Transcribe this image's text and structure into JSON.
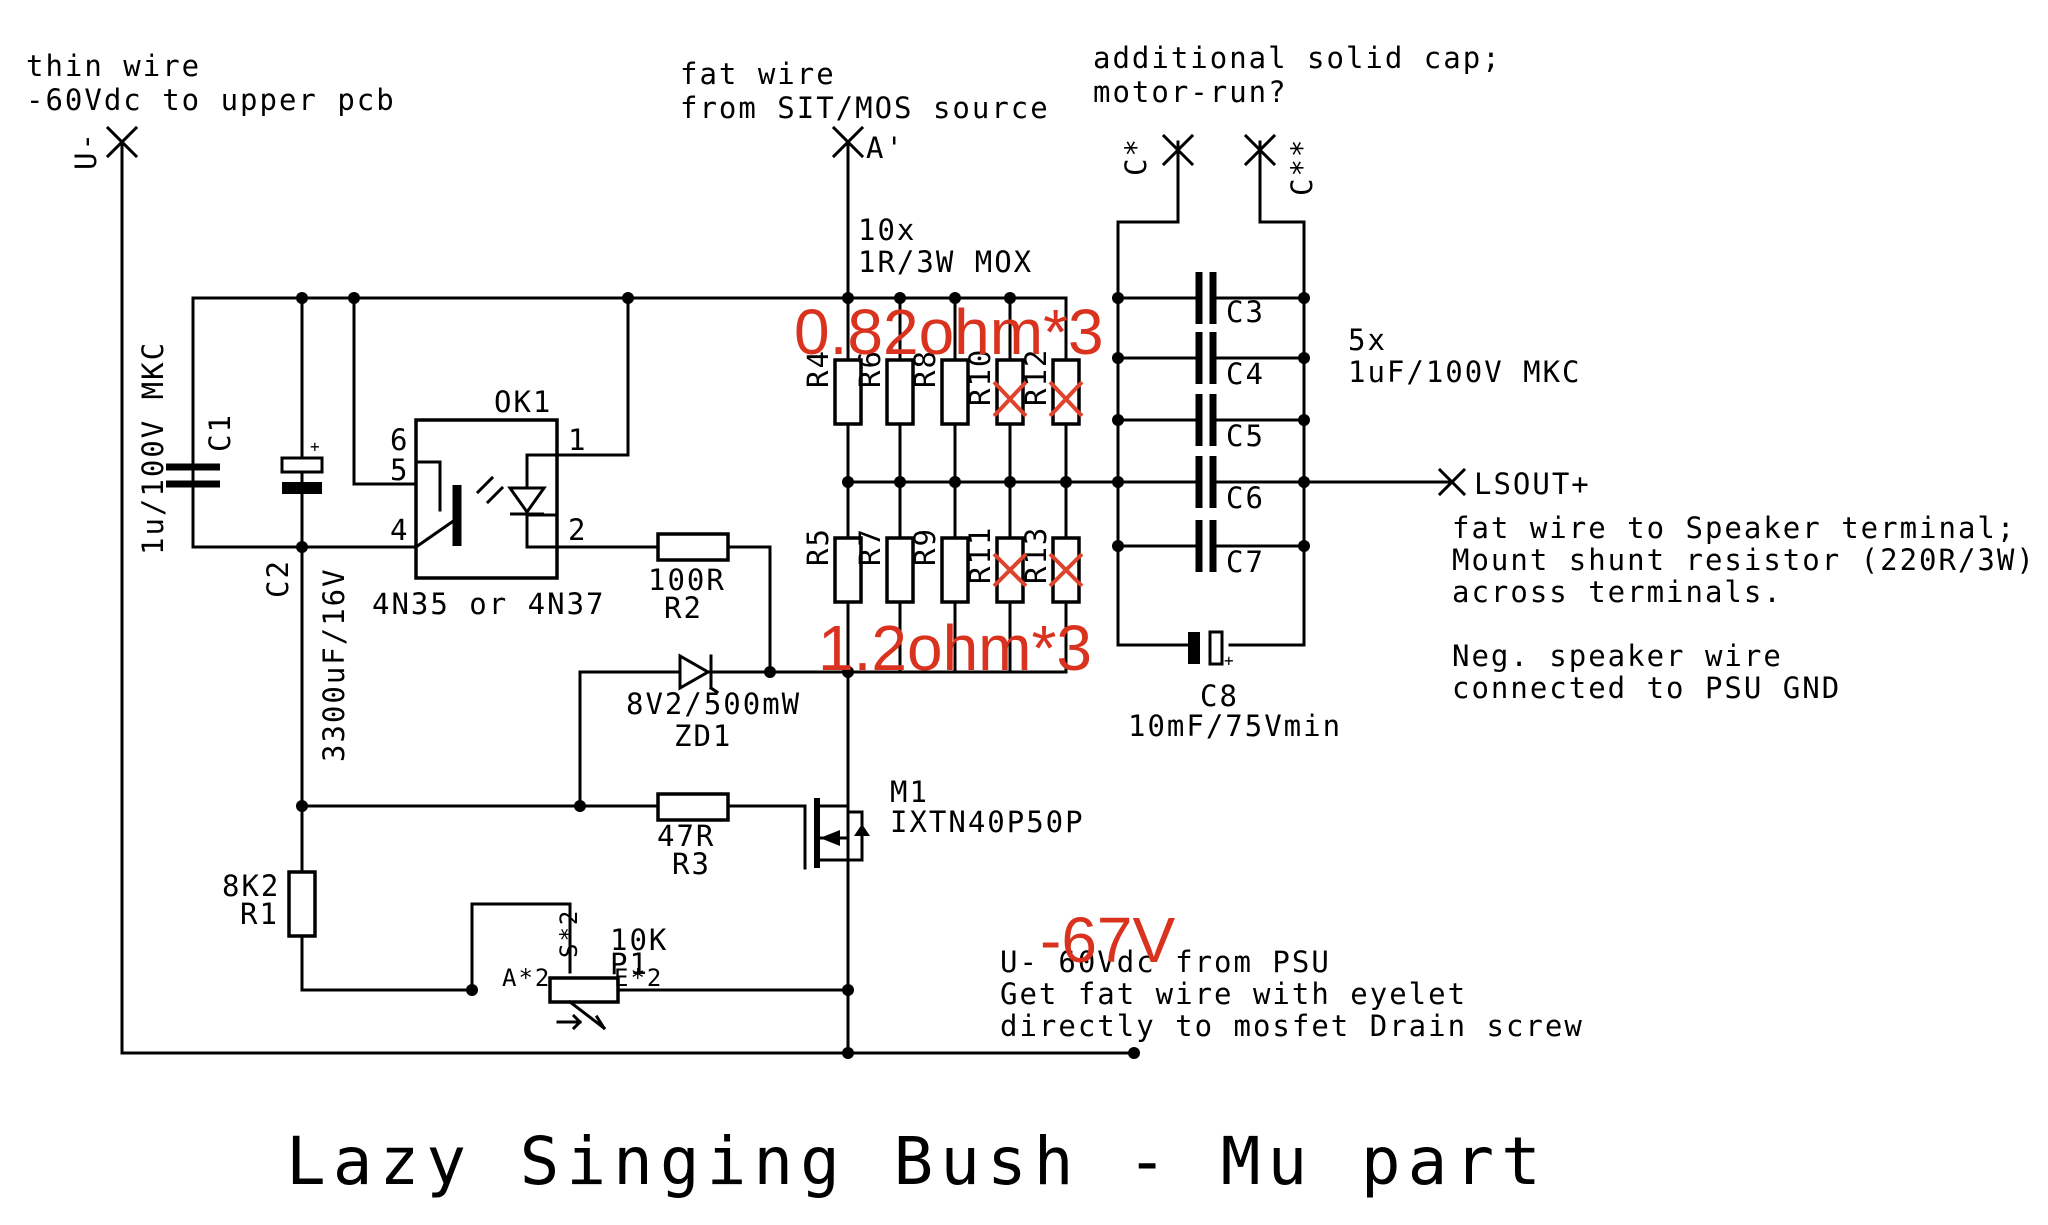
{
  "title": "Lazy Singing Bush - Mu part",
  "colors": {
    "ink": "#000000",
    "annotation": "#d93320",
    "background": "#ffffff"
  },
  "notes": {
    "thin_wire_1": "thin wire",
    "thin_wire_2": "-60Vdc to upper pcb",
    "fat_wire_1": "fat wire",
    "fat_wire_2": "from SIT/MOS source",
    "cap_1": "additional solid cap;",
    "cap_2": "motor-run?",
    "res_bank_1": "10x",
    "res_bank_2": "1R/3W MOX",
    "cap_bank_1": "5x",
    "cap_bank_2": "1uF/100V MKC",
    "speaker_1": "fat wire to Speaker terminal;",
    "speaker_2": "Mount shunt resistor (220R/3W)",
    "speaker_3": "across terminals.",
    "neg_1": "Neg. speaker wire",
    "neg_2": "connected to PSU GND",
    "psu_1": "U- 60Vdc from PSU",
    "psu_2": "Get fat wire with eyelet",
    "psu_3": "directly to mosfet Drain screw"
  },
  "annotations": {
    "top_bank": "0.82ohm*3",
    "bottom_bank": "1.2ohm*3",
    "voltage": "-67V"
  },
  "terminals": {
    "u_minus": "U-",
    "a_prime": "A'",
    "c_star": "C*",
    "c_star2": "C**",
    "lsout": "LSOUT+"
  },
  "components": {
    "C1_name": "C1",
    "C1_value": "1u/100V MKC",
    "C2_name": "C2",
    "C2_value": "3300uF/16V",
    "OK1_name": "OK1",
    "OK1_value": "4N35 or 4N37",
    "OK1_pins": [
      "6",
      "5",
      "4",
      "1",
      "2"
    ],
    "R2_name": "R2",
    "R2_value": "100R",
    "ZD1_name": "ZD1",
    "ZD1_value": "8V2/500mW",
    "R3_name": "R3",
    "R3_value": "47R",
    "M1_name": "M1",
    "M1_value": "IXTN40P50P",
    "R1_name": "R1",
    "R1_value": "8K2",
    "P1_name": "P1",
    "P1_value": "10K",
    "P1_pin_a": "A*2",
    "P1_pin_s": "S*2",
    "P1_pin_e": "E*2",
    "top_resistors": [
      "R4",
      "R6",
      "R8",
      "R10",
      "R12"
    ],
    "bottom_resistors": [
      "R5",
      "R7",
      "R9",
      "R11",
      "R13"
    ],
    "caps": [
      "C3",
      "C4",
      "C5",
      "C6",
      "C7"
    ],
    "C8_name": "C8",
    "C8_value": "10mF/75Vmin"
  }
}
